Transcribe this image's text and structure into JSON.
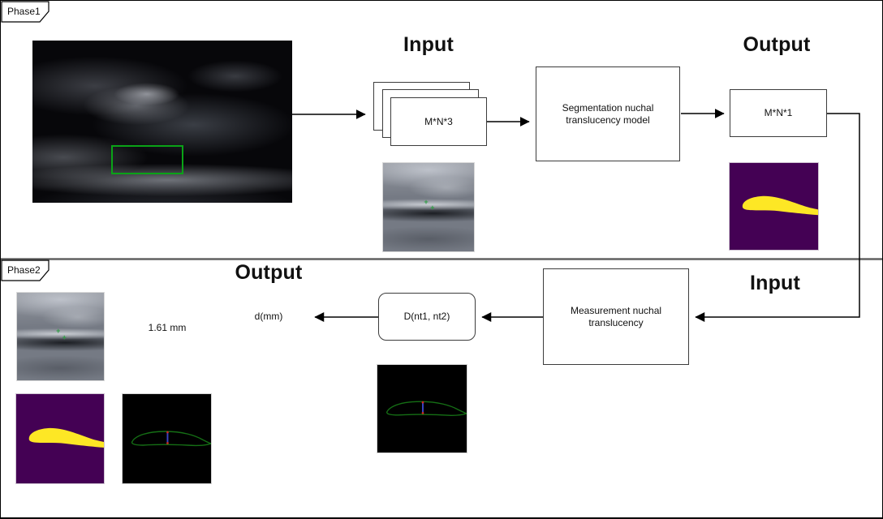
{
  "phase1": {
    "tab_label": "Phase1",
    "input_label": "Input",
    "output_label": "Output",
    "input_tensor_label": "M*N*3",
    "model_label": "Segmentation nuchal translucency model",
    "output_tensor_label": "M*N*1"
  },
  "phase2": {
    "tab_label": "Phase2",
    "output_label": "Output",
    "input_label": "Input",
    "model_label": "Measurement nuchal translucency",
    "distance_function_label": "D(nt1, nt2)",
    "distance_output_label": "d(mm)",
    "measured_value": "1.61 mm"
  },
  "images": {
    "ultrasound_full": "fetal-ultrasound-with-roi",
    "ultrasound_crop": "nuchal-translucency-crop",
    "segmentation_mask": "nt-segmentation-mask",
    "contour_measurement": "nt-contour-with-caliper"
  },
  "colors": {
    "mask_background": "#440154",
    "mask_foreground": "#fde725",
    "roi_stroke": "#0aa317",
    "contour_stroke": "#156f15",
    "caliper_line": "#3a44c4",
    "caliper_endpoints": "#cc2a1e",
    "phase_divider": "#616161",
    "connector": "#000000"
  }
}
